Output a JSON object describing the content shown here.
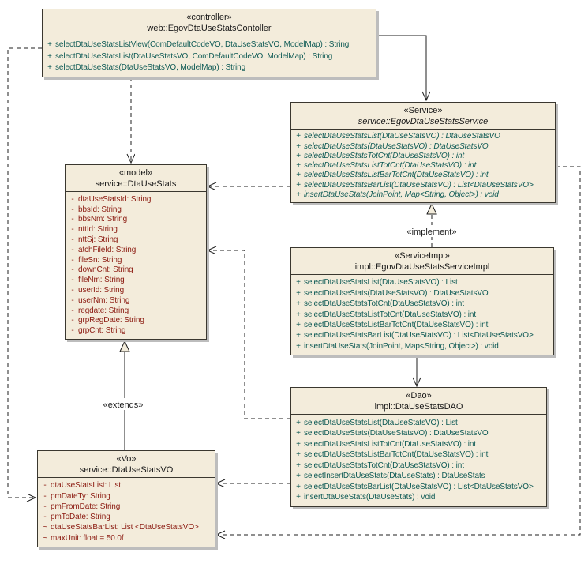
{
  "labels": {
    "implement": "«implement»",
    "extends": "«extends»"
  },
  "colors": {
    "box_fill": "#f3ecdb",
    "box_border": "#3a372f",
    "shadow": "#bdbdbd",
    "method_text": "#0e5a55",
    "attribute_text": "#8b1a10",
    "line": "#1f1f1f",
    "background": "#ffffff"
  },
  "classes": [
    {
      "id": "controller",
      "stereotype": "«controller»",
      "name": "web::EgovDtaUseStatsContoller",
      "members": [
        {
          "vis": "+",
          "kind": "method",
          "text": "selectDtaUseStatsListView(ComDefaultCodeVO, DtaUseStatsVO, ModelMap) : String"
        },
        {
          "vis": "+",
          "kind": "method",
          "text": "selectDtaUseStatsList(DtaUseStatsVO, ComDefaultCodeVO, ModelMap) : String"
        },
        {
          "vis": "+",
          "kind": "method",
          "text": "selectDtaUseStats(DtaUseStatsVO, ModelMap) : String"
        }
      ]
    },
    {
      "id": "service",
      "stereotype": "«Service»",
      "name": "service::EgovDtaUseStatsService",
      "members": [
        {
          "vis": "+",
          "kind": "method",
          "text": "selectDtaUseStatsList(DtaUseStatsVO) : DtaUseStatsVO"
        },
        {
          "vis": "+",
          "kind": "method",
          "text": "selectDtaUseStats(DtaUseStatsVO) : DtaUseStatsVO"
        },
        {
          "vis": "+",
          "kind": "method",
          "text": "selectDtaUseStatsTotCnt(DtaUseStatsVO) : int"
        },
        {
          "vis": "+",
          "kind": "method",
          "text": "selectDtaUseStatsListTotCnt(DtaUseStatsVO) : int"
        },
        {
          "vis": "+",
          "kind": "method",
          "text": "selectDtaUseStatsListBarTotCnt(DtaUseStatsVO) : int"
        },
        {
          "vis": "+",
          "kind": "method",
          "text": "selectDtaUseStatsBarList(DtaUseStatsVO) : List<DtaUseStatsVO>"
        },
        {
          "vis": "+",
          "kind": "method",
          "text": "insertDtaUseStats(JoinPoint, Map<String, Object>) : void"
        }
      ]
    },
    {
      "id": "model",
      "stereotype": "«model»",
      "name": "service::DtaUseStats",
      "members": [
        {
          "vis": "-",
          "kind": "attr",
          "text": "dtaUseStatsId: String"
        },
        {
          "vis": "-",
          "kind": "attr",
          "text": "bbsId: String"
        },
        {
          "vis": "-",
          "kind": "attr",
          "text": "bbsNm: String"
        },
        {
          "vis": "-",
          "kind": "attr",
          "text": "nttId: String"
        },
        {
          "vis": "-",
          "kind": "attr",
          "text": "nttSj: String"
        },
        {
          "vis": "-",
          "kind": "attr",
          "text": "atchFileId: String"
        },
        {
          "vis": "-",
          "kind": "attr",
          "text": "fileSn: String"
        },
        {
          "vis": "-",
          "kind": "attr",
          "text": "downCnt: String"
        },
        {
          "vis": "-",
          "kind": "attr",
          "text": "fileNm: String"
        },
        {
          "vis": "-",
          "kind": "attr",
          "text": "userId: String"
        },
        {
          "vis": "-",
          "kind": "attr",
          "text": "userNm: String"
        },
        {
          "vis": "-",
          "kind": "attr",
          "text": "regdate: String"
        },
        {
          "vis": "-",
          "kind": "attr",
          "text": "grpRegDate: String"
        },
        {
          "vis": "-",
          "kind": "attr",
          "text": "grpCnt: String"
        }
      ]
    },
    {
      "id": "serviceimpl",
      "stereotype": "«ServiceImpl»",
      "name": "impl::EgovDtaUseStatsServiceImpl",
      "members": [
        {
          "vis": "+",
          "kind": "method",
          "text": "selectDtaUseStatsList(DtaUseStatsVO) : List"
        },
        {
          "vis": "+",
          "kind": "method",
          "text": "selectDtaUseStats(DtaUseStatsVO) : DtaUseStatsVO"
        },
        {
          "vis": "+",
          "kind": "method",
          "text": "selectDtaUseStatsTotCnt(DtaUseStatsVO) : int"
        },
        {
          "vis": "+",
          "kind": "method",
          "text": "selectDtaUseStatsListTotCnt(DtaUseStatsVO) : int"
        },
        {
          "vis": "+",
          "kind": "method",
          "text": "selectDtaUseStatsListBarTotCnt(DtaUseStatsVO) : int"
        },
        {
          "vis": "+",
          "kind": "method",
          "text": "selectDtaUseStatsBarList(DtaUseStatsVO) : List<DtaUseStatsVO>"
        },
        {
          "vis": "+",
          "kind": "method",
          "text": "insertDtaUseStats(JoinPoint, Map<String, Object>) : void"
        }
      ]
    },
    {
      "id": "dao",
      "stereotype": "«Dao»",
      "name": "impl::DtaUseStatsDAO",
      "members": [
        {
          "vis": "+",
          "kind": "method",
          "text": "selectDtaUseStatsList(DtaUseStatsVO) : List"
        },
        {
          "vis": "+",
          "kind": "method",
          "text": "selectDtaUseStats(DtaUseStatsVO) : DtaUseStatsVO"
        },
        {
          "vis": "+",
          "kind": "method",
          "text": "selectDtaUseStatsListTotCnt(DtaUseStatsVO) : int"
        },
        {
          "vis": "+",
          "kind": "method",
          "text": "selectDtaUseStatsListBarTotCnt(DtaUseStatsVO) : int"
        },
        {
          "vis": "+",
          "kind": "method",
          "text": "selectDtaUseStatsTotCnt(DtaUseStatsVO) : int"
        },
        {
          "vis": "+",
          "kind": "method",
          "text": "selectInsertDtaUseStats(DtaUseStats) : DtaUseStats"
        },
        {
          "vis": "+",
          "kind": "method",
          "text": "selectDtaUseStatsBarList(DtaUseStatsVO) : List<DtaUseStatsVO>"
        },
        {
          "vis": "+",
          "kind": "method",
          "text": "insertDtaUseStats(DtaUseStats) : void"
        }
      ]
    },
    {
      "id": "vo",
      "stereotype": "«Vo»",
      "name": "service::DtaUseStatsVO",
      "members": [
        {
          "vis": "-",
          "kind": "attr",
          "text": "dtaUseStatsList: List"
        },
        {
          "vis": "-",
          "kind": "attr",
          "text": "pmDateTy: String"
        },
        {
          "vis": "-",
          "kind": "attr",
          "text": "pmFromDate: String"
        },
        {
          "vis": "-",
          "kind": "attr",
          "text": "pmToDate: String"
        },
        {
          "vis": "~",
          "kind": "attr",
          "text": "dtaUseStatsBarList: List <DtaUseStatsVO>"
        },
        {
          "vis": "~",
          "kind": "attr",
          "text": "maxUnit: float = 50.0f"
        }
      ]
    }
  ]
}
